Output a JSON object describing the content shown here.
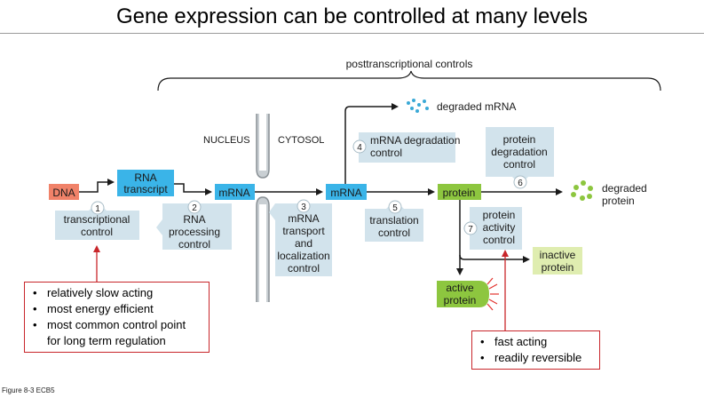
{
  "title": "Gene expression can be controlled at many levels",
  "header": {
    "posttranscriptional": "posttranscriptional controls",
    "nucleus": "NUCLEUS",
    "cytosol": "CYTOSOL"
  },
  "molecules": {
    "dna": "DNA",
    "rna_transcript_line1": "RNA",
    "rna_transcript_line2": "transcript",
    "mrna_nucleus": "mRNA",
    "mrna_cytosol": "mRNA",
    "protein": "protein",
    "active_protein_line1": "active",
    "active_protein_line2": "protein",
    "inactive_protein_line1": "inactive",
    "inactive_protein_line2": "protein",
    "degraded_mrna": "degraded mRNA",
    "degraded_protein_line1": "degraded",
    "degraded_protein_line2": "protein"
  },
  "controls": [
    {
      "number": "1",
      "lines": [
        "transcriptional",
        "control"
      ]
    },
    {
      "number": "2",
      "lines": [
        "RNA",
        "processing",
        "control"
      ]
    },
    {
      "number": "3",
      "lines": [
        "mRNA",
        "transport",
        "and",
        "localization",
        "control"
      ]
    },
    {
      "number": "4",
      "lines": [
        "mRNA degradation",
        "control"
      ]
    },
    {
      "number": "5",
      "lines": [
        "translation",
        "control"
      ]
    },
    {
      "number": "6",
      "lines": [
        "protein",
        "degradation",
        "control"
      ]
    },
    {
      "number": "7",
      "lines": [
        "protein",
        "activity",
        "control"
      ]
    }
  ],
  "callouts": {
    "left": [
      "relatively slow acting",
      "most energy efficient",
      "most common control point",
      "for long term regulation"
    ],
    "right": [
      "fast acting",
      "readily reversible"
    ]
  },
  "figure_label": "Figure 8-3  ECB5",
  "colors": {
    "box_blue": "#d2e3ec",
    "molecule_blue": "#3ab4e8",
    "dna_red": "#f08269",
    "protein_green": "#8dc63f",
    "inactive_green": "#dfedb0",
    "dots_blue": "#3aa9d6",
    "dots_green": "#8dc63f",
    "callout_border": "#c8262b"
  }
}
